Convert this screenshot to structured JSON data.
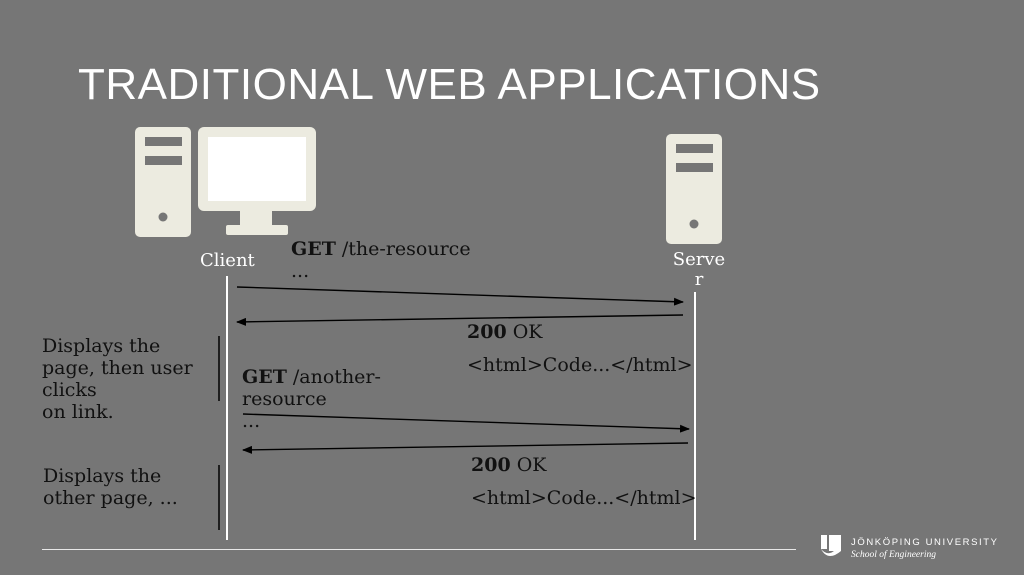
{
  "title": "TRADITIONAL WEB APPLICATIONS",
  "client_label": "Client",
  "server_label": "Serve\nr",
  "messages": [
    {
      "method": "GET",
      "rest": " /the-resource",
      "cont": "..."
    },
    {
      "status": "200",
      "rest": " OK",
      "body": "<html>Code...</html>"
    },
    {
      "method": "GET",
      "rest": " /another-",
      "cont": "resource\n..."
    },
    {
      "status": "200",
      "rest": " OK",
      "body": "<html>Code...</html>"
    }
  ],
  "notes": [
    "Displays the\npage, then user\nclicks\non link.",
    "Displays the\nother page, ..."
  ],
  "logo": {
    "name": "JÖNKÖPING UNIVERSITY",
    "sub": "School of Engineering"
  },
  "colors": {
    "background": "#767676",
    "icon_fill": "#ecebe0",
    "line": "#ffffff",
    "arrow": "#000000"
  }
}
